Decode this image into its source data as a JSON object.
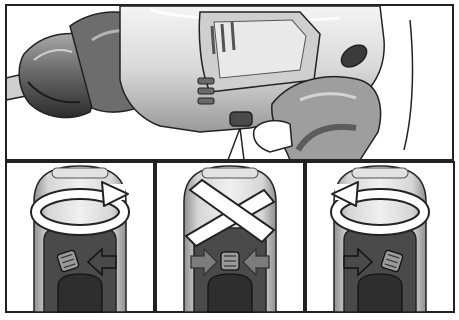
{
  "figure": {
    "main_illustration": {
      "subject": "drill-side-view",
      "callout": "rotation-switch-location"
    },
    "panels": [
      {
        "position": "left",
        "setting": "clockwise",
        "direction_icon": "clockwise-arrow-icon",
        "switch_arrow_icon": "arrow-left-icon"
      },
      {
        "position": "middle",
        "setting": "locked",
        "direction_icon": "cross-icon",
        "switch_arrow_icon": "arrows-inward-icon"
      },
      {
        "position": "right",
        "setting": "counterclockwise",
        "direction_icon": "counterclockwise-arrow-icon",
        "switch_arrow_icon": "arrow-right-icon"
      }
    ],
    "colors": {
      "line": "#222222",
      "light_gray": "#e2e2e2",
      "mid_gray": "#9c9c9c",
      "dark_gray": "#4a4a4a",
      "arrow_gray": "#7c7c7c",
      "white": "#ffffff"
    }
  }
}
